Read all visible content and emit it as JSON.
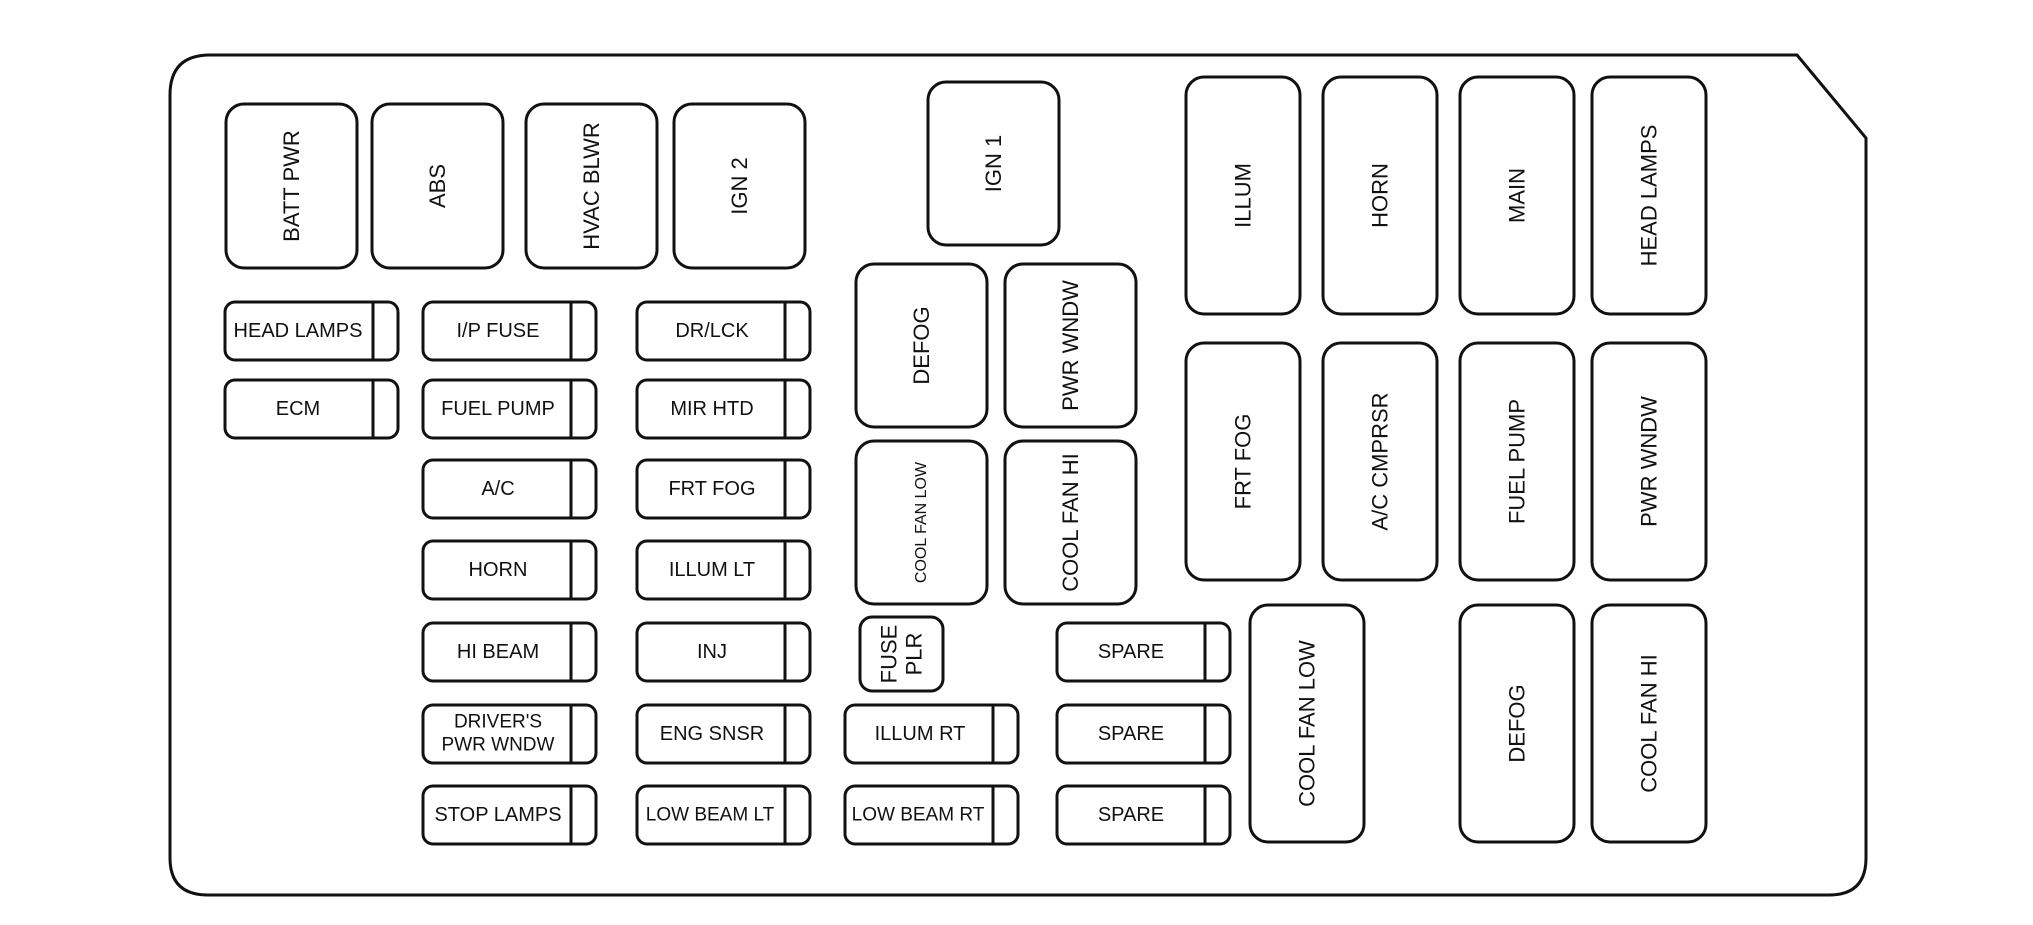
{
  "colors": {
    "stroke": "#111111",
    "fill": "#ffffff",
    "text": "#111111"
  },
  "relays": {
    "batt_pwr": "BATT PWR",
    "abs": "ABS",
    "hvac_blwr": "HVAC BLWR",
    "ign2": "IGN 2",
    "ign1": "IGN 1",
    "illum": "ILLUM",
    "horn": "HORN",
    "main": "MAIN",
    "head_lamps": "HEAD LAMPS",
    "defog": "DEFOG",
    "pwr_wndw": "PWR WNDW",
    "cool_fan_low": "COOL FAN LOW",
    "cool_fan_hi": "COOL FAN HI",
    "frt_fog": "FRT FOG",
    "ac_cmprsr": "A/C CMPRSR",
    "fuel_pump": "FUEL PUMP",
    "pwr_wndw_2": "PWR WNDW",
    "cool_fan_low_2": "COOL FAN LOW",
    "defog_2": "DEFOG",
    "cool_fan_hi_2": "COOL FAN HI"
  },
  "fuse_puller": {
    "line1": "FUSE",
    "line2": "PLR"
  },
  "fuses": {
    "head_lamps": "HEAD LAMPS",
    "ecm": "ECM",
    "ip_fuse": "I/P FUSE",
    "fuel_pump": "FUEL PUMP",
    "ac": "A/C",
    "horn": "HORN",
    "hi_beam": "HI BEAM",
    "drivers_pwr_wndw_1": "DRIVER'S",
    "drivers_pwr_wndw_2": "PWR WNDW",
    "stop_lamps": "STOP LAMPS",
    "dr_lck": "DR/LCK",
    "mir_htd": "MIR HTD",
    "frt_fog": "FRT FOG",
    "illum_lt": "ILLUM LT",
    "inj": "INJ",
    "eng_snsr": "ENG SNSR",
    "low_beam_lt": "LOW BEAM LT",
    "illum_rt": "ILLUM RT",
    "low_beam_rt": "LOW BEAM RT",
    "spare_1": "SPARE",
    "spare_2": "SPARE",
    "spare_3": "SPARE"
  }
}
